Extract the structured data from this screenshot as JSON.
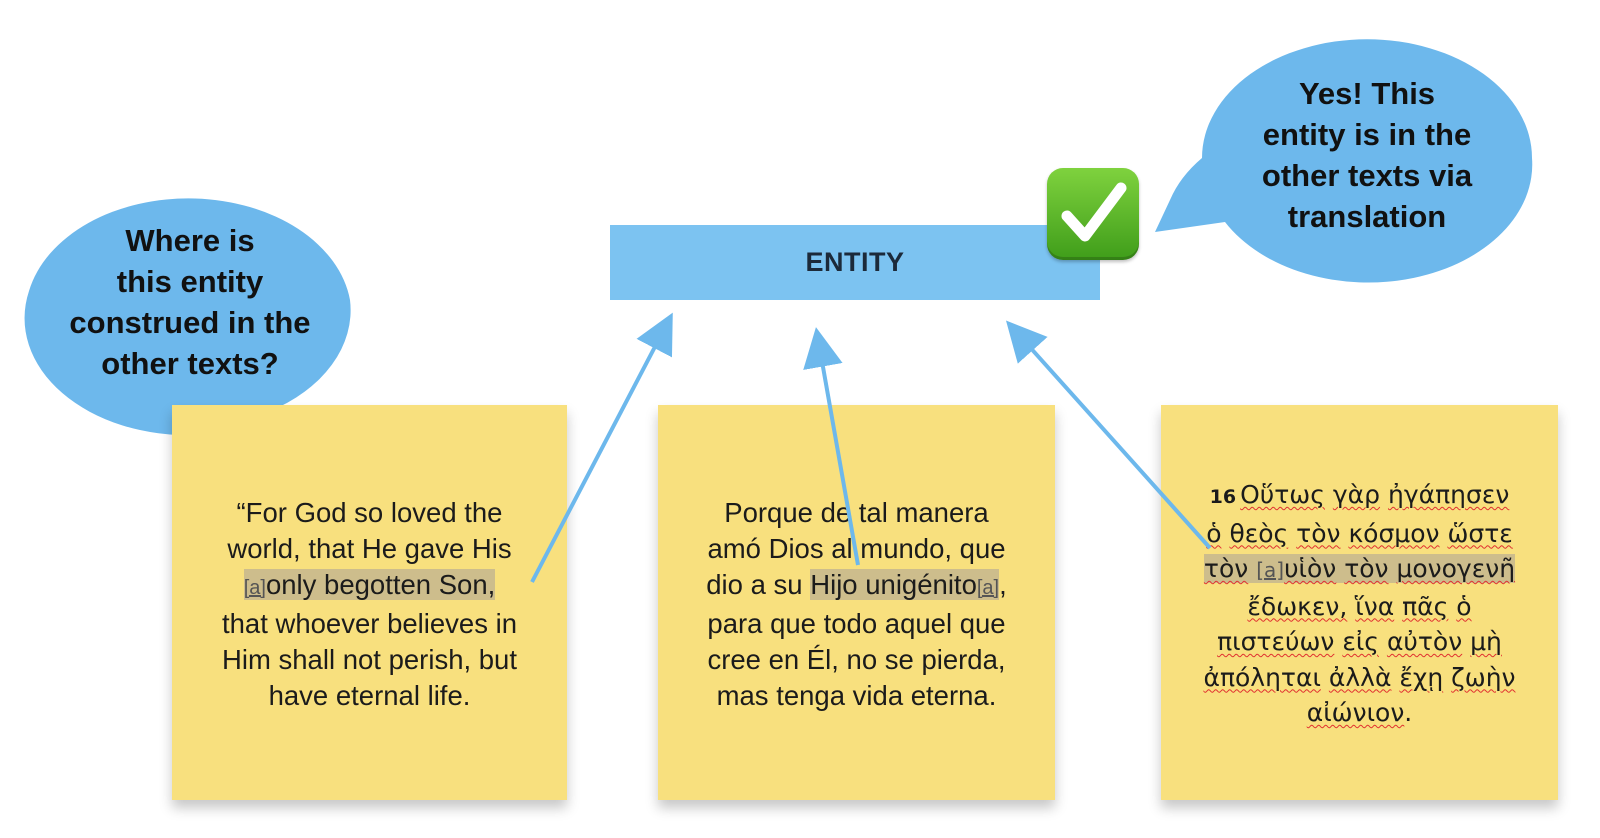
{
  "entity": {
    "label": "ENTITY"
  },
  "bubbles": {
    "question": [
      "Where is",
      "this entity",
      "construed in the",
      "other texts?"
    ],
    "answer": [
      "Yes! This",
      "entity is in the",
      "other texts via",
      "translation"
    ]
  },
  "notes": {
    "english": {
      "line1": "“For God so loved the",
      "line2": "world, that He gave His",
      "footnote": "[a]",
      "highlight": "only begotten Son,",
      "line4": "that whoever believes in",
      "line5": "Him shall not perish, but",
      "line6": "have eternal life."
    },
    "spanish": {
      "line1": "Porque de tal manera",
      "line2": "amó Dios al mundo, que",
      "line3_pre": "dio a su ",
      "highlight": "Hijo unigénito",
      "footnote": "[a]",
      "line3_post": ",",
      "line4": "para que todo aquel que",
      "line5": "cree en Él, no se pierda,",
      "line6": "mas tenga vida eterna."
    },
    "greek": {
      "verse_number": "16",
      "line1_w1": "Οὕτως",
      "line1_w2": "γὰρ",
      "line1_w3": "ἠγάπησεν",
      "line2_w1": "ὁ",
      "line2_w2": "θεὸς",
      "line2_w3": "τὸν",
      "line2_w4": "κόσμον",
      "line2_w5": "ὥστε",
      "line3_w1": "τὸν",
      "footnote": "[a]",
      "line3_w2": "υἱὸν",
      "line3_w3": "τὸν",
      "line3_w4": "μονογενῆ",
      "line4_w1": "ἔδωκεν,",
      "line4_w2": "ἵνα",
      "line4_w3": "πᾶς",
      "line4_w4": "ὁ",
      "line5_w1": "πιστεύων",
      "line5_w2": "εἰς",
      "line5_w3": "αὐτὸν",
      "line5_w4": "μὴ",
      "line6_w1": "ἀπόληται",
      "line6_w2": "ἀλλὰ",
      "line6_w3": "ἔχῃ",
      "line6_w4": "ζωὴν",
      "line7_w1": "αἰώνιον",
      "line7_post": "."
    }
  },
  "colors": {
    "note": "#f8e07e",
    "highlight": "#cdbd8c",
    "entity": "#7cc3f1",
    "bubble": "#6db8ec",
    "arrow": "#6db8ec",
    "check": "#5cb82a"
  }
}
